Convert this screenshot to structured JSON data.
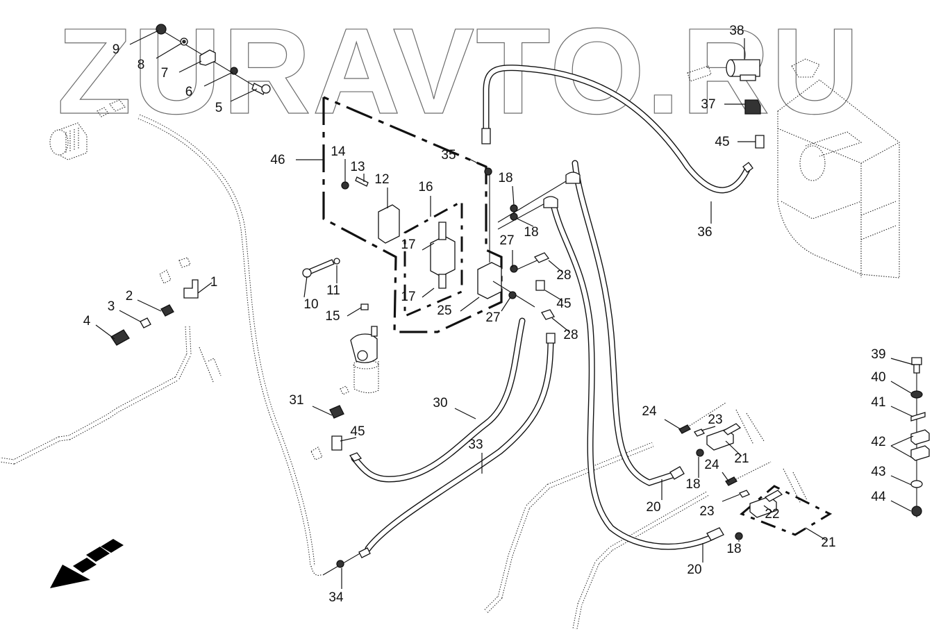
{
  "watermark": {
    "text": "ZURAVTO.RU",
    "color": "#6b6b6b"
  },
  "diagram": {
    "type": "exploded-parts-diagram",
    "subject": "hydraulic hoses, fittings and valve block assembly",
    "line_color": "#111111",
    "background": "#ffffff"
  },
  "callouts": [
    {
      "id": "c1",
      "label": "1"
    },
    {
      "id": "c2",
      "label": "2"
    },
    {
      "id": "c3",
      "label": "3"
    },
    {
      "id": "c4",
      "label": "4"
    },
    {
      "id": "c5",
      "label": "5"
    },
    {
      "id": "c6",
      "label": "6"
    },
    {
      "id": "c7",
      "label": "7"
    },
    {
      "id": "c8",
      "label": "8"
    },
    {
      "id": "c9",
      "label": "9"
    },
    {
      "id": "c10",
      "label": "10"
    },
    {
      "id": "c11",
      "label": "11"
    },
    {
      "id": "c12",
      "label": "12"
    },
    {
      "id": "c13",
      "label": "13"
    },
    {
      "id": "c14",
      "label": "14"
    },
    {
      "id": "c15",
      "label": "15"
    },
    {
      "id": "c16",
      "label": "16"
    },
    {
      "id": "c17a",
      "label": "17"
    },
    {
      "id": "c17b",
      "label": "17"
    },
    {
      "id": "c18a",
      "label": "18"
    },
    {
      "id": "c18b",
      "label": "18"
    },
    {
      "id": "c18c",
      "label": "18"
    },
    {
      "id": "c18d",
      "label": "18"
    },
    {
      "id": "c20a",
      "label": "20"
    },
    {
      "id": "c20b",
      "label": "20"
    },
    {
      "id": "c21a",
      "label": "21"
    },
    {
      "id": "c21b",
      "label": "21"
    },
    {
      "id": "c22",
      "label": "22"
    },
    {
      "id": "c23a",
      "label": "23"
    },
    {
      "id": "c23b",
      "label": "23"
    },
    {
      "id": "c24a",
      "label": "24"
    },
    {
      "id": "c24b",
      "label": "24"
    },
    {
      "id": "c25",
      "label": "25"
    },
    {
      "id": "c27a",
      "label": "27"
    },
    {
      "id": "c27b",
      "label": "27"
    },
    {
      "id": "c28a",
      "label": "28"
    },
    {
      "id": "c28b",
      "label": "28"
    },
    {
      "id": "c30",
      "label": "30"
    },
    {
      "id": "c31",
      "label": "31"
    },
    {
      "id": "c33",
      "label": "33"
    },
    {
      "id": "c34",
      "label": "34"
    },
    {
      "id": "c35",
      "label": "35"
    },
    {
      "id": "c36",
      "label": "36"
    },
    {
      "id": "c37",
      "label": "37"
    },
    {
      "id": "c38",
      "label": "38"
    },
    {
      "id": "c39",
      "label": "39"
    },
    {
      "id": "c40",
      "label": "40"
    },
    {
      "id": "c41",
      "label": "41"
    },
    {
      "id": "c42",
      "label": "42"
    },
    {
      "id": "c43",
      "label": "43"
    },
    {
      "id": "c44",
      "label": "44"
    },
    {
      "id": "c45a",
      "label": "45"
    },
    {
      "id": "c45b",
      "label": "45"
    },
    {
      "id": "c45c",
      "label": "45"
    },
    {
      "id": "c46",
      "label": "46"
    }
  ],
  "direction_arrow": {
    "icon": "front-direction-arrow-icon",
    "pointing": "down-left"
  }
}
